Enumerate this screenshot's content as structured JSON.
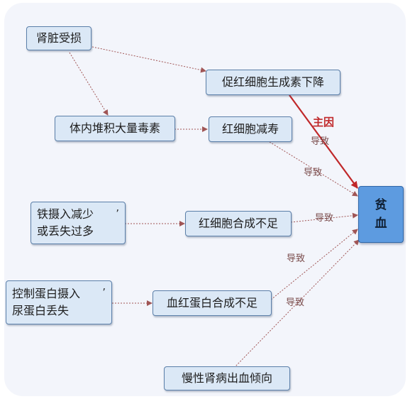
{
  "nodes": {
    "kidney_damage": "肾脏受损",
    "epo_decrease": "促红细胞生成素下降",
    "toxin_accumulation": "体内堆积大量毒素",
    "rbc_lifespan": "红细胞减寿",
    "iron_intake": [
      "铁摄入减少",
      "或丢失过多"
    ],
    "iron_mark": "’",
    "rbc_synthesis": "红细胞合成不足",
    "protein_intake": [
      "控制蛋白摄入",
      "尿蛋白丢失"
    ],
    "protein_mark": "’",
    "hemoglobin_synthesis": "血红蛋白合成不足",
    "chronic_bleeding": "慢性肾病出血倾向",
    "anemia": [
      "贫",
      "血"
    ]
  },
  "labels": {
    "main_cause": "主因",
    "cause_1": "导致",
    "cause_2": "导致",
    "cause_3": "导致",
    "cause_4": "导致",
    "cause_5": "导致"
  },
  "colors": {
    "node_fill": "#dbe8f6",
    "node_border": "#5b7fa9",
    "anemia_fill": "#5d9be0",
    "main_arrow": "#c0282a",
    "dashed_arrow": "#a05555"
  }
}
